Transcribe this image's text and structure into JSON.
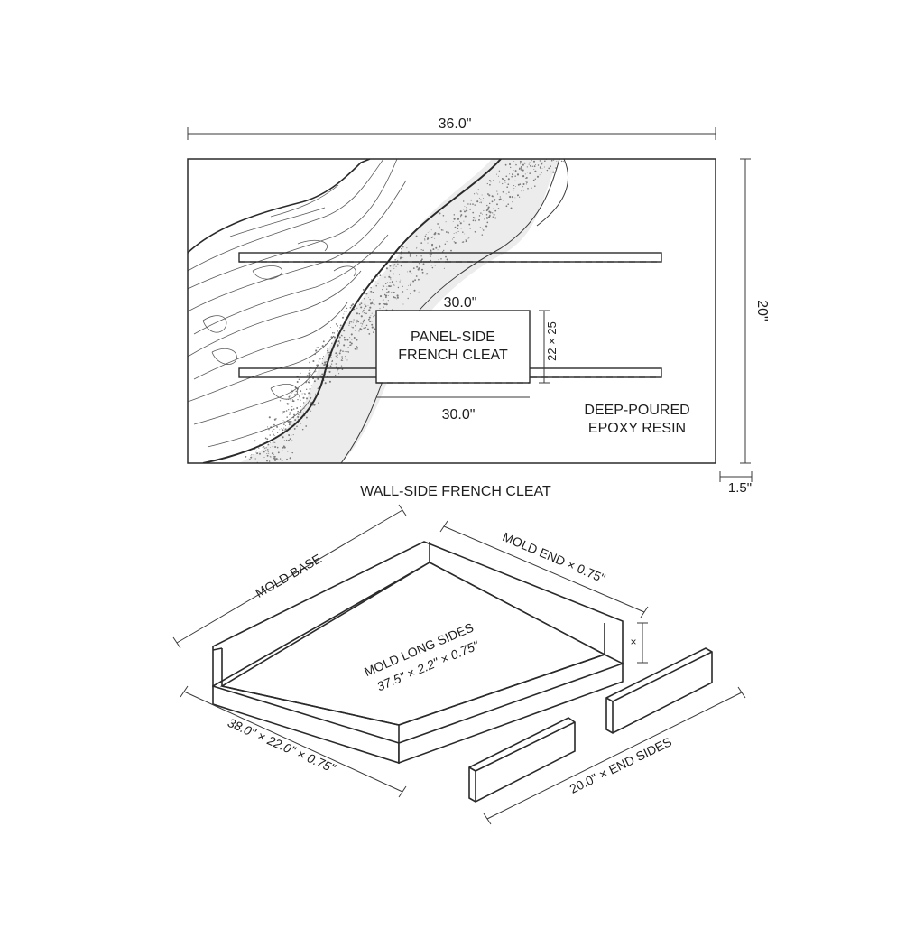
{
  "top_view": {
    "overall_width": "36.0\"",
    "overall_height": "20\"",
    "thickness": "1.5\"",
    "cleat_length_top": "30.0\"",
    "cleat_length_bottom": "30.0\"",
    "cleat_section": "22 × 25",
    "panel_cleat_label_line1": "PANEL-SIDE",
    "panel_cleat_label_line2": "FRENCH CLEAT",
    "resin_label_line1": "DEEP-POURED",
    "resin_label_line2": "EPOXY RESIN",
    "wall_cleat_label": "WALL-SIDE FRENCH CLEAT"
  },
  "mold_view": {
    "base_label": "MOLD BASE",
    "base_dims": "38.0\" × 22.0\" × 0.75\"",
    "end_label": "MOLD END × 0.75\"",
    "height_mark": "×",
    "long_sides_line1": "MOLD LONG SIDES",
    "long_sides_line2": "37.5\" × 2.2\" × 0.75\"",
    "end_sides_label": "20.0\" × END SIDES"
  }
}
